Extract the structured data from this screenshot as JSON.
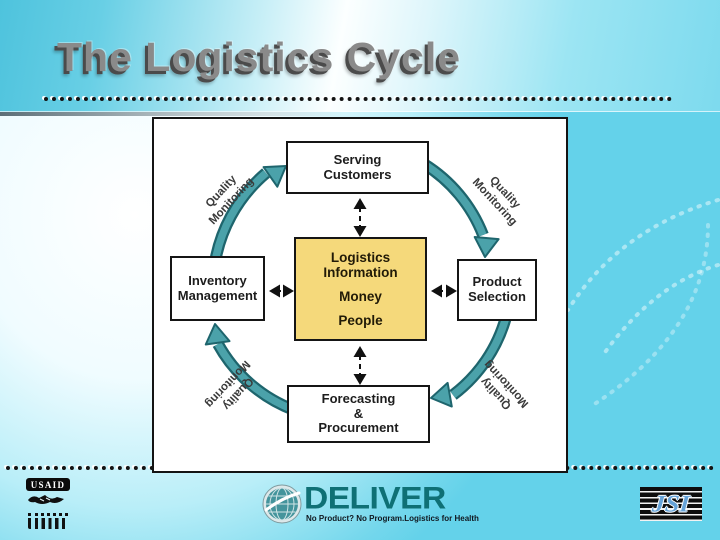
{
  "slide": {
    "title": "The Logistics Cycle"
  },
  "diagram": {
    "serving_customers": {
      "line1": "Serving",
      "line2": "Customers"
    },
    "inventory_management": {
      "line1": "Inventory",
      "line2": "Management"
    },
    "product_selection": {
      "line1": "Product",
      "line2": "Selection"
    },
    "forecasting_procurement": {
      "line1": "Forecasting",
      "line2": "&",
      "line3": "Procurement"
    },
    "center_box": {
      "line1": "Logistics",
      "line2": "Information",
      "line3": "Money",
      "line4": "People"
    },
    "arc_label": {
      "line1": "Quality",
      "line2": "Monitoring"
    },
    "colors": {
      "arrow_fill": "#4BA2AA",
      "arrow_outline": "#1E656D",
      "center_box_fill": "#F5D97B",
      "box_border": "#151515"
    }
  },
  "footer": {
    "usaid": {
      "label": "USAID"
    },
    "deliver": {
      "wordmark": "DELIVER",
      "tagline_left": "No Product? No Program.",
      "tagline_right": "Logistics for Health"
    },
    "jsi": {
      "label": "JSI"
    }
  }
}
